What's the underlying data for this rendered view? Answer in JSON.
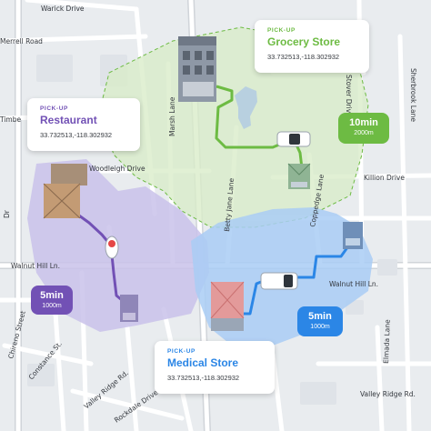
{
  "streets": {
    "warwick": "Warick Drive",
    "merrell": "Merrell Road",
    "timber": "Timbe",
    "sherbrook": "Sherbrook Lane",
    "stover": "Stover Drive",
    "marsh": "Marsh Lane",
    "woodleigh": "Woodleigh Drive",
    "killion": "Killion Drive",
    "betty": "Betty Jane Lane",
    "coppedge": "Coppedge Lane",
    "walnut_left": "Walnut Hill Ln.",
    "walnut_right": "Walnut Hill Ln.",
    "chireno": "Chireno Street",
    "constance": "Constance St.",
    "valley_ridge_left": "Valley Ridge Rd.",
    "rockdale": "Rockdale Drive",
    "elmada": "Elmada Lane",
    "valley_ridge_right": "Valley Ridge Rd.",
    "edge_left": "Dr"
  },
  "cards": {
    "grocery": {
      "tag": "PICK-UP",
      "name": "Grocery Store",
      "coords": "33.732513,-118.302932"
    },
    "restaurant": {
      "tag": "PICK-UP",
      "name": "Restaurant",
      "coords": "33.732513,-118.302932"
    },
    "medical": {
      "tag": "PICK-UP",
      "name": "Medical Store",
      "coords": "33.732513,-118.302932"
    }
  },
  "badges": {
    "green": {
      "time": "10min",
      "distance": "2000m"
    },
    "purple": {
      "time": "5min",
      "distance": "1000m"
    },
    "blue": {
      "time": "5min",
      "distance": "1000m"
    }
  },
  "colors": {
    "grocery_zone": "#d9ecc8",
    "restaurant_zone": "#c9c2ea",
    "medical_zone": "#a9cdf4",
    "green_accent": "#6dbb43",
    "purple_accent": "#7251b5",
    "blue_accent": "#2b86e6"
  }
}
